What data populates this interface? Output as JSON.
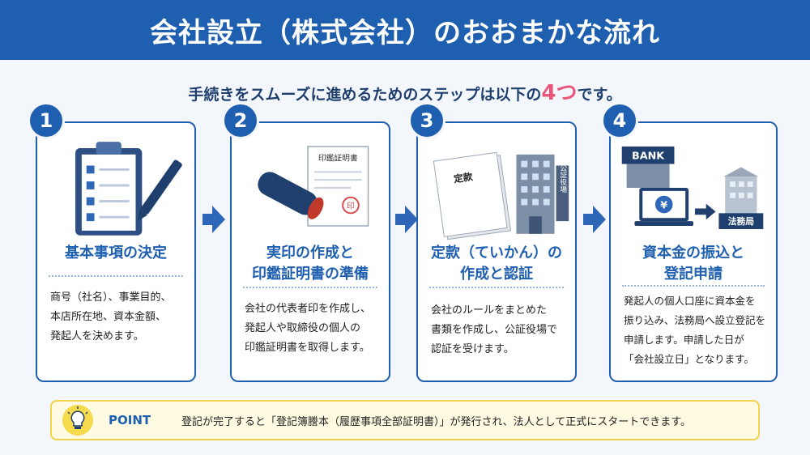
{
  "header": {
    "title": "会社設立（株式会社）のおおまかな流れ"
  },
  "subtitle": {
    "prefix": "手続きをスムーズに進めるためのステップは以下の",
    "count": "4つ",
    "suffix": "です。"
  },
  "steps": [
    {
      "number": "1",
      "title_lines": [
        "基本事項の決定"
      ],
      "desc_lines": [
        "商号（社名）、事業目的、",
        "本店所在地、資本金額、",
        "発起人を決めます。"
      ],
      "icon": "clipboard-checklist-icon"
    },
    {
      "number": "2",
      "title_lines": [
        "実印の作成と",
        "印鑑証明書の準備"
      ],
      "desc_lines": [
        "会社の代表者印を作成し、",
        "発起人や取締役の個人の",
        "印鑑証明書を取得します。"
      ],
      "illustration_labels": {
        "certificate": "印鑑証明書",
        "seal": "印"
      },
      "icon": "seal-certificate-icon"
    },
    {
      "number": "3",
      "title_lines": [
        "定款（ていかん）の",
        "作成と認証"
      ],
      "desc_lines": [
        "会社のルールをまとめた",
        "書類を作成し、公証役場で",
        "認証を受けます。"
      ],
      "illustration_labels": {
        "document": "定款",
        "office": "公証役場"
      },
      "icon": "document-notary-office-icon"
    },
    {
      "number": "4",
      "title_lines": [
        "資本金の振込と",
        "登記申請"
      ],
      "desc_lines": [
        "発起人の個人口座に資本金を",
        "振り込み、法務局へ設立登記を",
        "申請します。申請した日が",
        "「会社設立日」となります。"
      ],
      "illustration_labels": {
        "bank": "BANK",
        "currency": "¥",
        "bureau": "法務局"
      },
      "icon": "bank-transfer-icon"
    }
  ],
  "point": {
    "label": "POINT",
    "text": "登記が完了すると「登記簿謄本（履歴事項全部証明書）」が発行され、法人として正式にスタートできます。",
    "icon": "lightbulb-icon"
  },
  "colors": {
    "primary": "#1f5fb0",
    "accent": "#e9557a",
    "point_bg": "#fffbe3",
    "point_border": "#f2d24a"
  }
}
